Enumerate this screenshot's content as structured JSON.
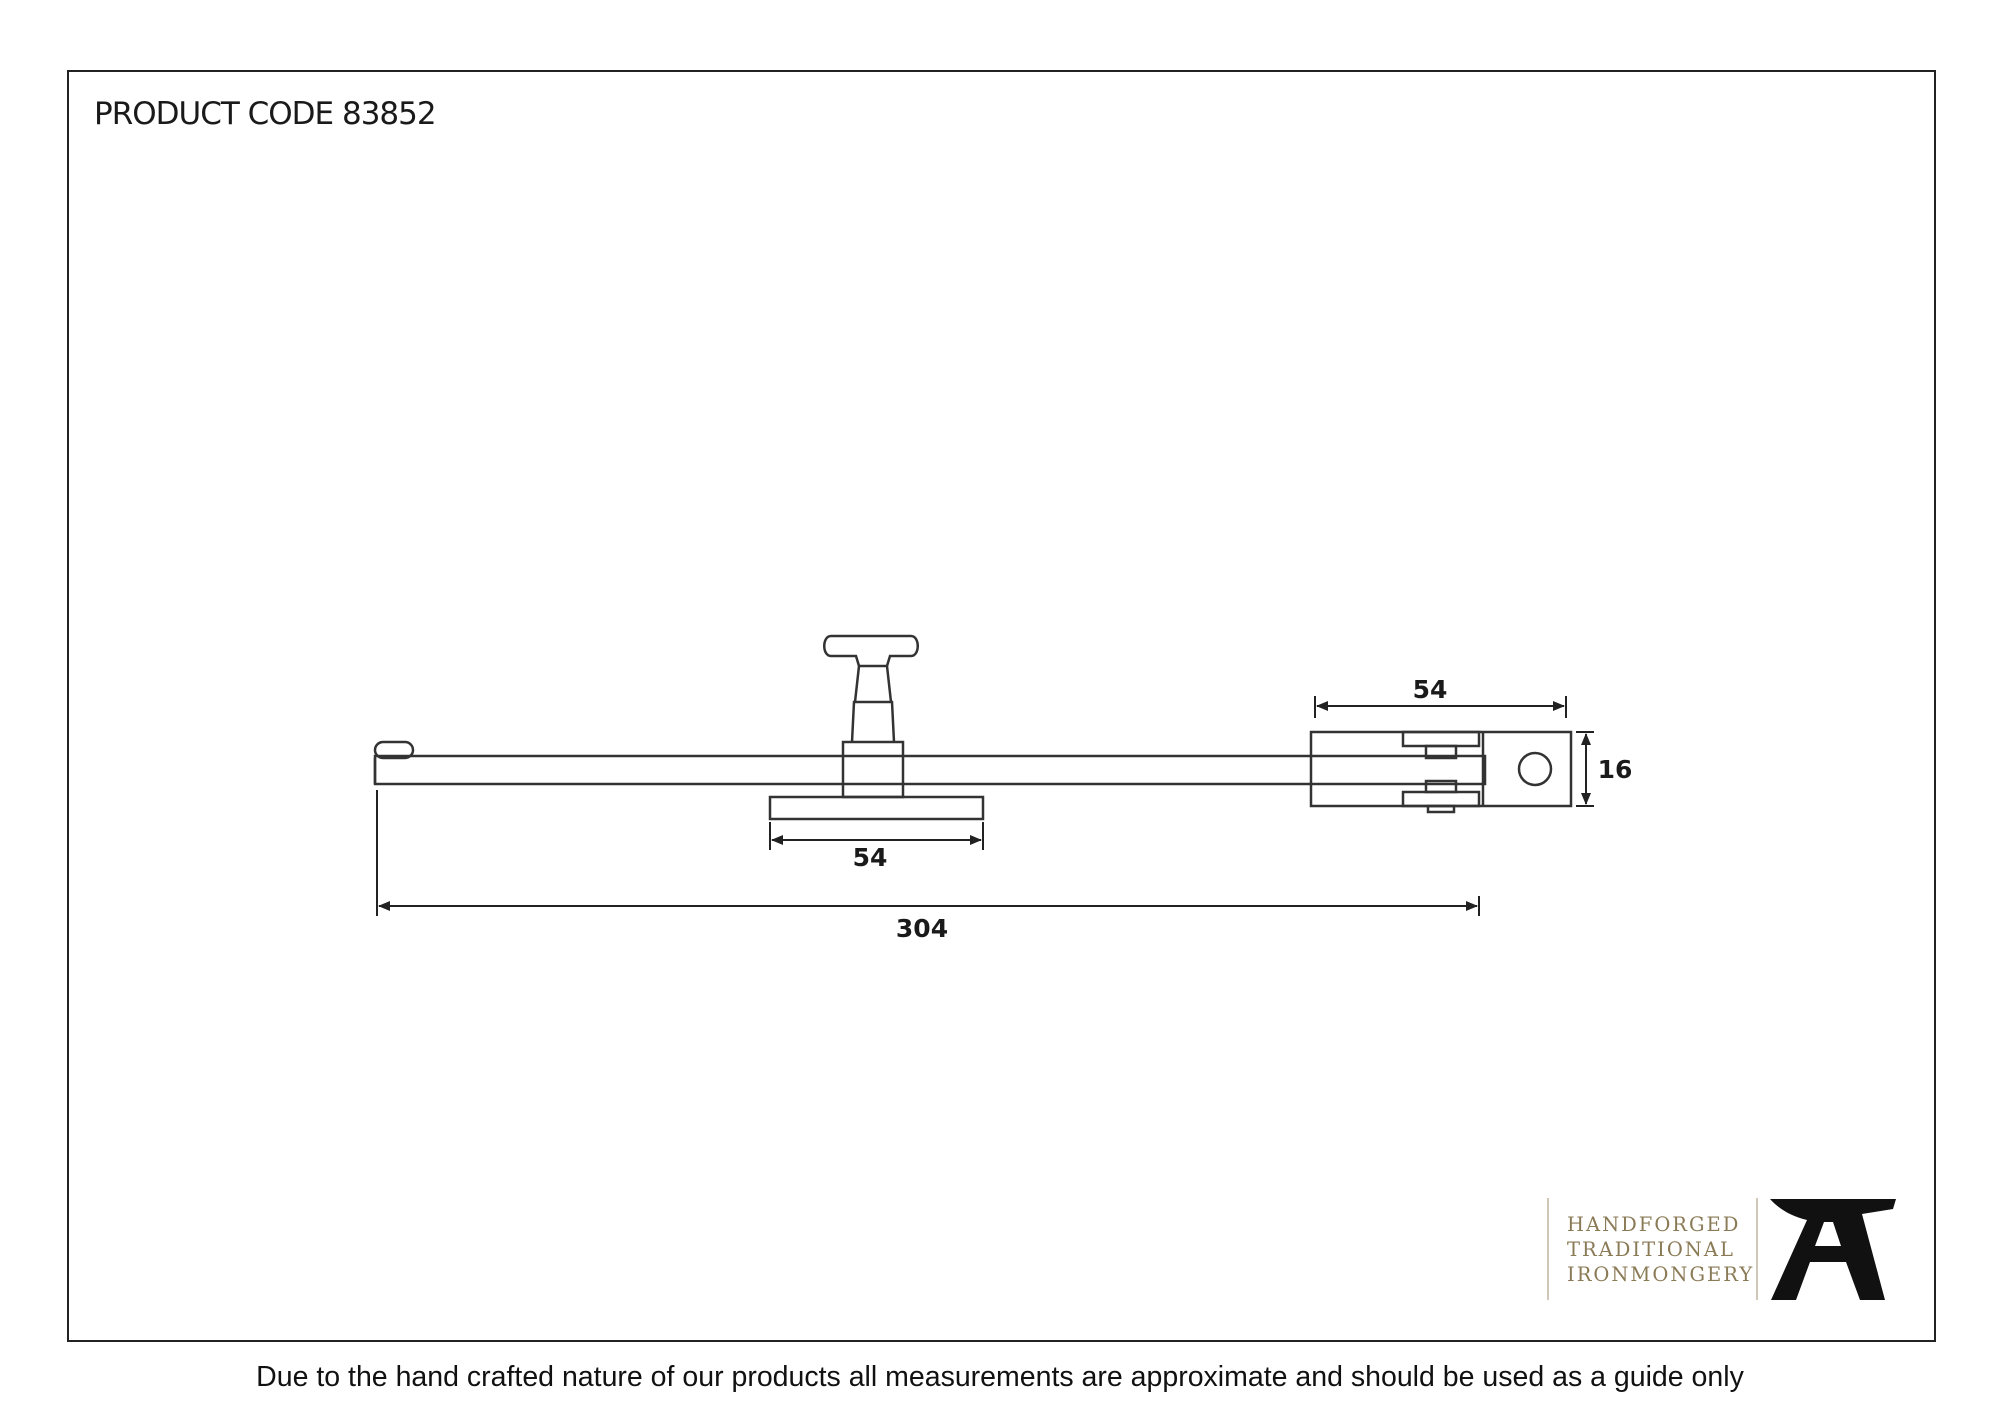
{
  "header": {
    "product_code": "PRODUCT CODE 83852"
  },
  "dimensions": {
    "keep_width": "54",
    "bracket_width": "54",
    "bracket_height": "16",
    "overall_length": "304"
  },
  "brand": {
    "line1": "HANDFORGED",
    "line2": "TRADITIONAL",
    "line3": "IRONMONGERY",
    "logo": "anvil-logo"
  },
  "footer": {
    "disclaimer": "Due to the hand crafted nature of our products all measurements are approximate and should be used as a guide only"
  },
  "colors": {
    "line": "#333333",
    "brand_text": "#8a7a55",
    "logo": "#111111"
  }
}
